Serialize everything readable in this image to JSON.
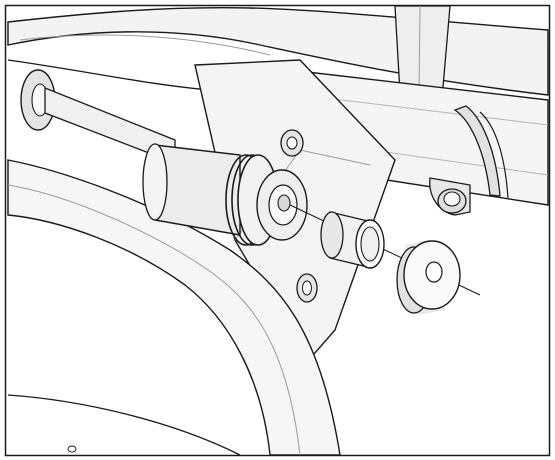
{
  "figure": {
    "kind": "technical-assembly-illustration",
    "background_color": "#ffffff",
    "line_color": "#1a1a1a",
    "fill_light": "#f3f3f3",
    "fill_mid": "#e2e2e2",
    "fill_shadow": "#cfcfcf",
    "icons": [
      "crossbar-tube",
      "upper-tube",
      "frame-arm",
      "pivot-shaft",
      "shaft-sleeve",
      "wave-spring",
      "bushing",
      "washer",
      "hose-clamp",
      "clamp-bolt",
      "frame-bolt-hole",
      "lower-frame-loop",
      "axis-line"
    ]
  }
}
